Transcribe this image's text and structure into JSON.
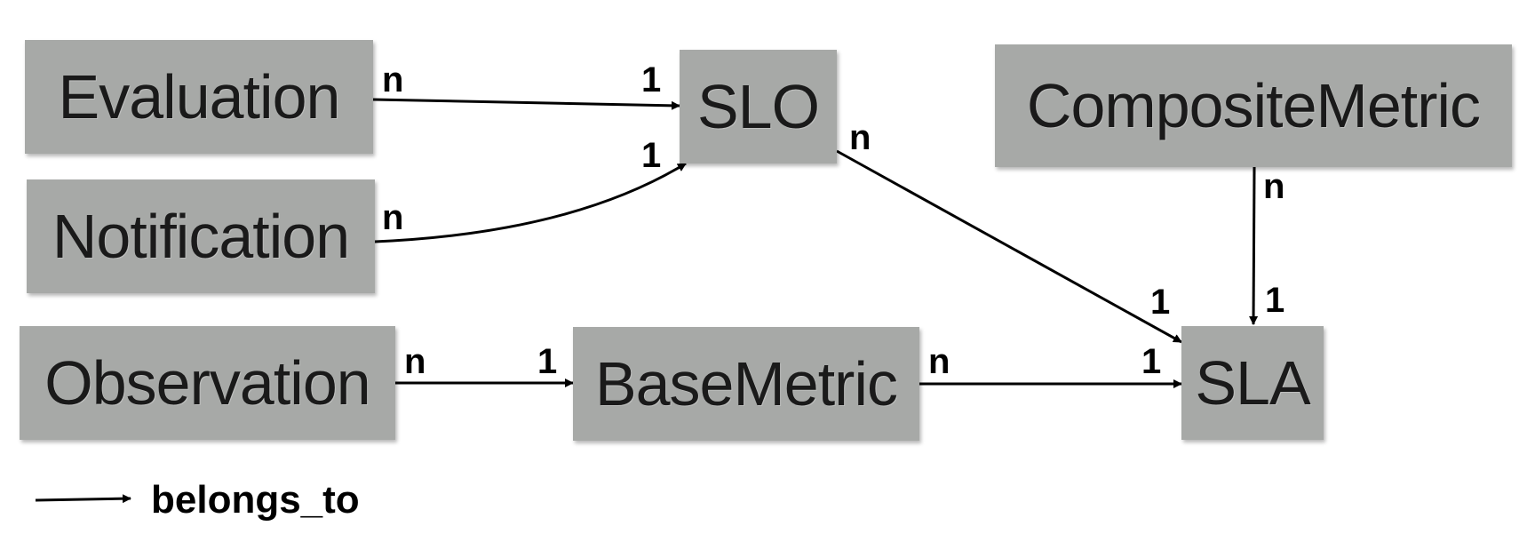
{
  "entities": {
    "evaluation": "Evaluation",
    "notification": "Notification",
    "observation": "Observation",
    "slo": "SLO",
    "base_metric": "BaseMetric",
    "composite_metric": "CompositeMetric",
    "sla": "SLA"
  },
  "relations": [
    {
      "from": "Evaluation",
      "to": "SLO",
      "from_card": "n",
      "to_card": "1"
    },
    {
      "from": "Notification",
      "to": "SLO",
      "from_card": "n",
      "to_card": "1"
    },
    {
      "from": "SLO",
      "to": "SLA",
      "from_card": "n",
      "to_card": "1"
    },
    {
      "from": "CompositeMetric",
      "to": "SLA",
      "from_card": "n",
      "to_card": "1"
    },
    {
      "from": "Observation",
      "to": "BaseMetric",
      "from_card": "n",
      "to_card": "1"
    },
    {
      "from": "BaseMetric",
      "to": "SLA",
      "from_card": "n",
      "to_card": "1"
    }
  ],
  "legend": {
    "label": "belongs_to"
  },
  "colors": {
    "box_fill": "#a7a9a7",
    "arrow": "#000000"
  }
}
